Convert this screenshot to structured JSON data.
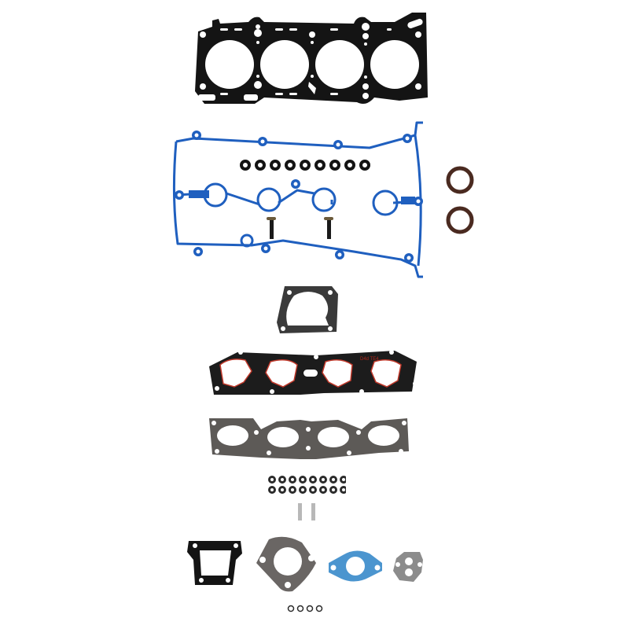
{
  "image": {
    "subject": "Engine head gasket set",
    "background": "#ffffff",
    "colors": {
      "head_gasket": "#141414",
      "valve_cover_gasket": "#1f5fbf",
      "seal_brown": "#4a2a20",
      "intake_gasket": "#1c1c1c",
      "intake_bead": "#c0392b",
      "exhaust_gasket": "#5d5a57",
      "throttle_gasket": "#3a3a3a",
      "small_seal": "#2b2b2b",
      "blue_fiber": "#4b95cf",
      "silver_gasket": "#8c8c8c"
    },
    "parts": [
      {
        "name": "cylinder head gasket",
        "count": 1
      },
      {
        "name": "valve cover gasket",
        "count": 1
      },
      {
        "name": "spark plug tube seals",
        "count": 9
      },
      {
        "name": "valve cover bolts",
        "count": 2
      },
      {
        "name": "camshaft seals",
        "count": 2
      },
      {
        "name": "throttle body gasket",
        "count": 1
      },
      {
        "name": "intake manifold gasket",
        "count": 1
      },
      {
        "name": "exhaust manifold gasket",
        "count": 1
      },
      {
        "name": "valve stem seals",
        "count": 16
      },
      {
        "name": "dowel pins",
        "count": 2
      },
      {
        "name": "thermostat housing gasket",
        "count": 1
      },
      {
        "name": "exhaust pipe flange gasket",
        "count": 1
      },
      {
        "name": "water outlet gasket",
        "count": 1
      },
      {
        "name": "idle air control gasket",
        "count": 1
      },
      {
        "name": "small o-rings",
        "count": 4
      }
    ],
    "intake_marking": "D4d TE4"
  }
}
